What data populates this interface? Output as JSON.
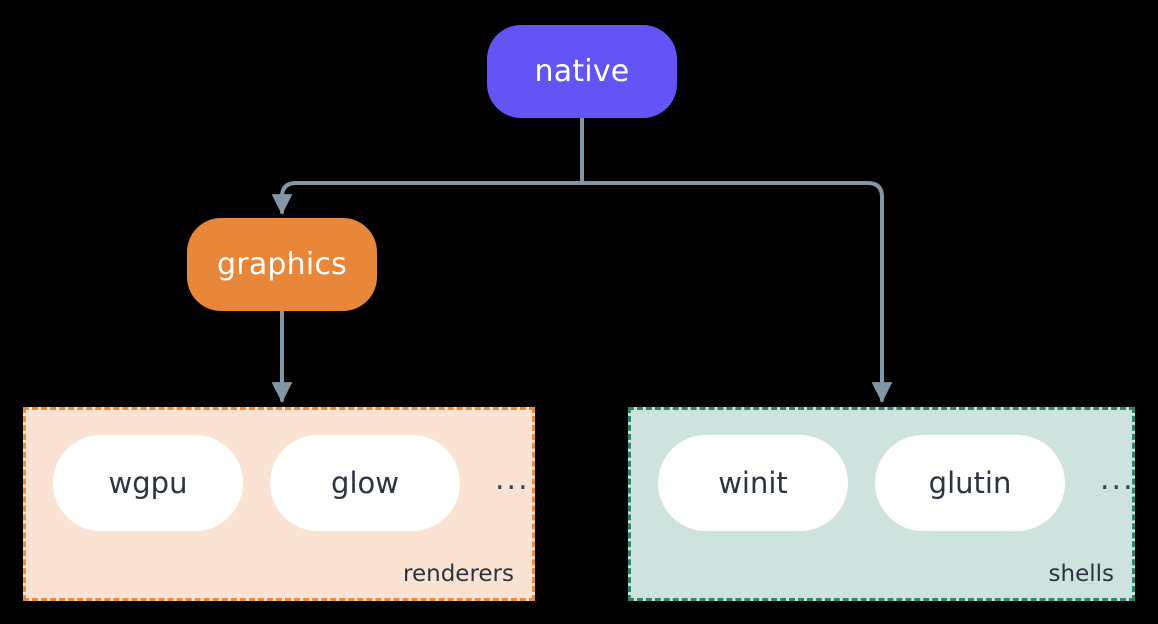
{
  "diagram": {
    "title": "native",
    "background_color": "#000000",
    "edge_color": "#8396a5",
    "nodes": {
      "native": {
        "label": "native",
        "color": "#6254f5",
        "text_color": "#ffffff"
      },
      "graphics": {
        "label": "graphics",
        "color": "#e8863a",
        "text_color": "#ffffff"
      }
    },
    "groups": [
      {
        "id": "renderers",
        "caption": "renderers",
        "fill_color": "#fbe3d4",
        "border_color": "#ea8c3e",
        "items": [
          {
            "label": "wgpu"
          },
          {
            "label": "glow"
          }
        ],
        "overflow_label": "..."
      },
      {
        "id": "shells",
        "caption": "shells",
        "fill_color": "#cee3de",
        "border_color": "#2e8570",
        "items": [
          {
            "label": "winit"
          },
          {
            "label": "glutin"
          }
        ],
        "overflow_label": "..."
      }
    ],
    "edges": [
      {
        "from": "native",
        "to": "graphics"
      },
      {
        "from": "native",
        "to": "shells"
      },
      {
        "from": "graphics",
        "to": "renderers"
      }
    ]
  }
}
